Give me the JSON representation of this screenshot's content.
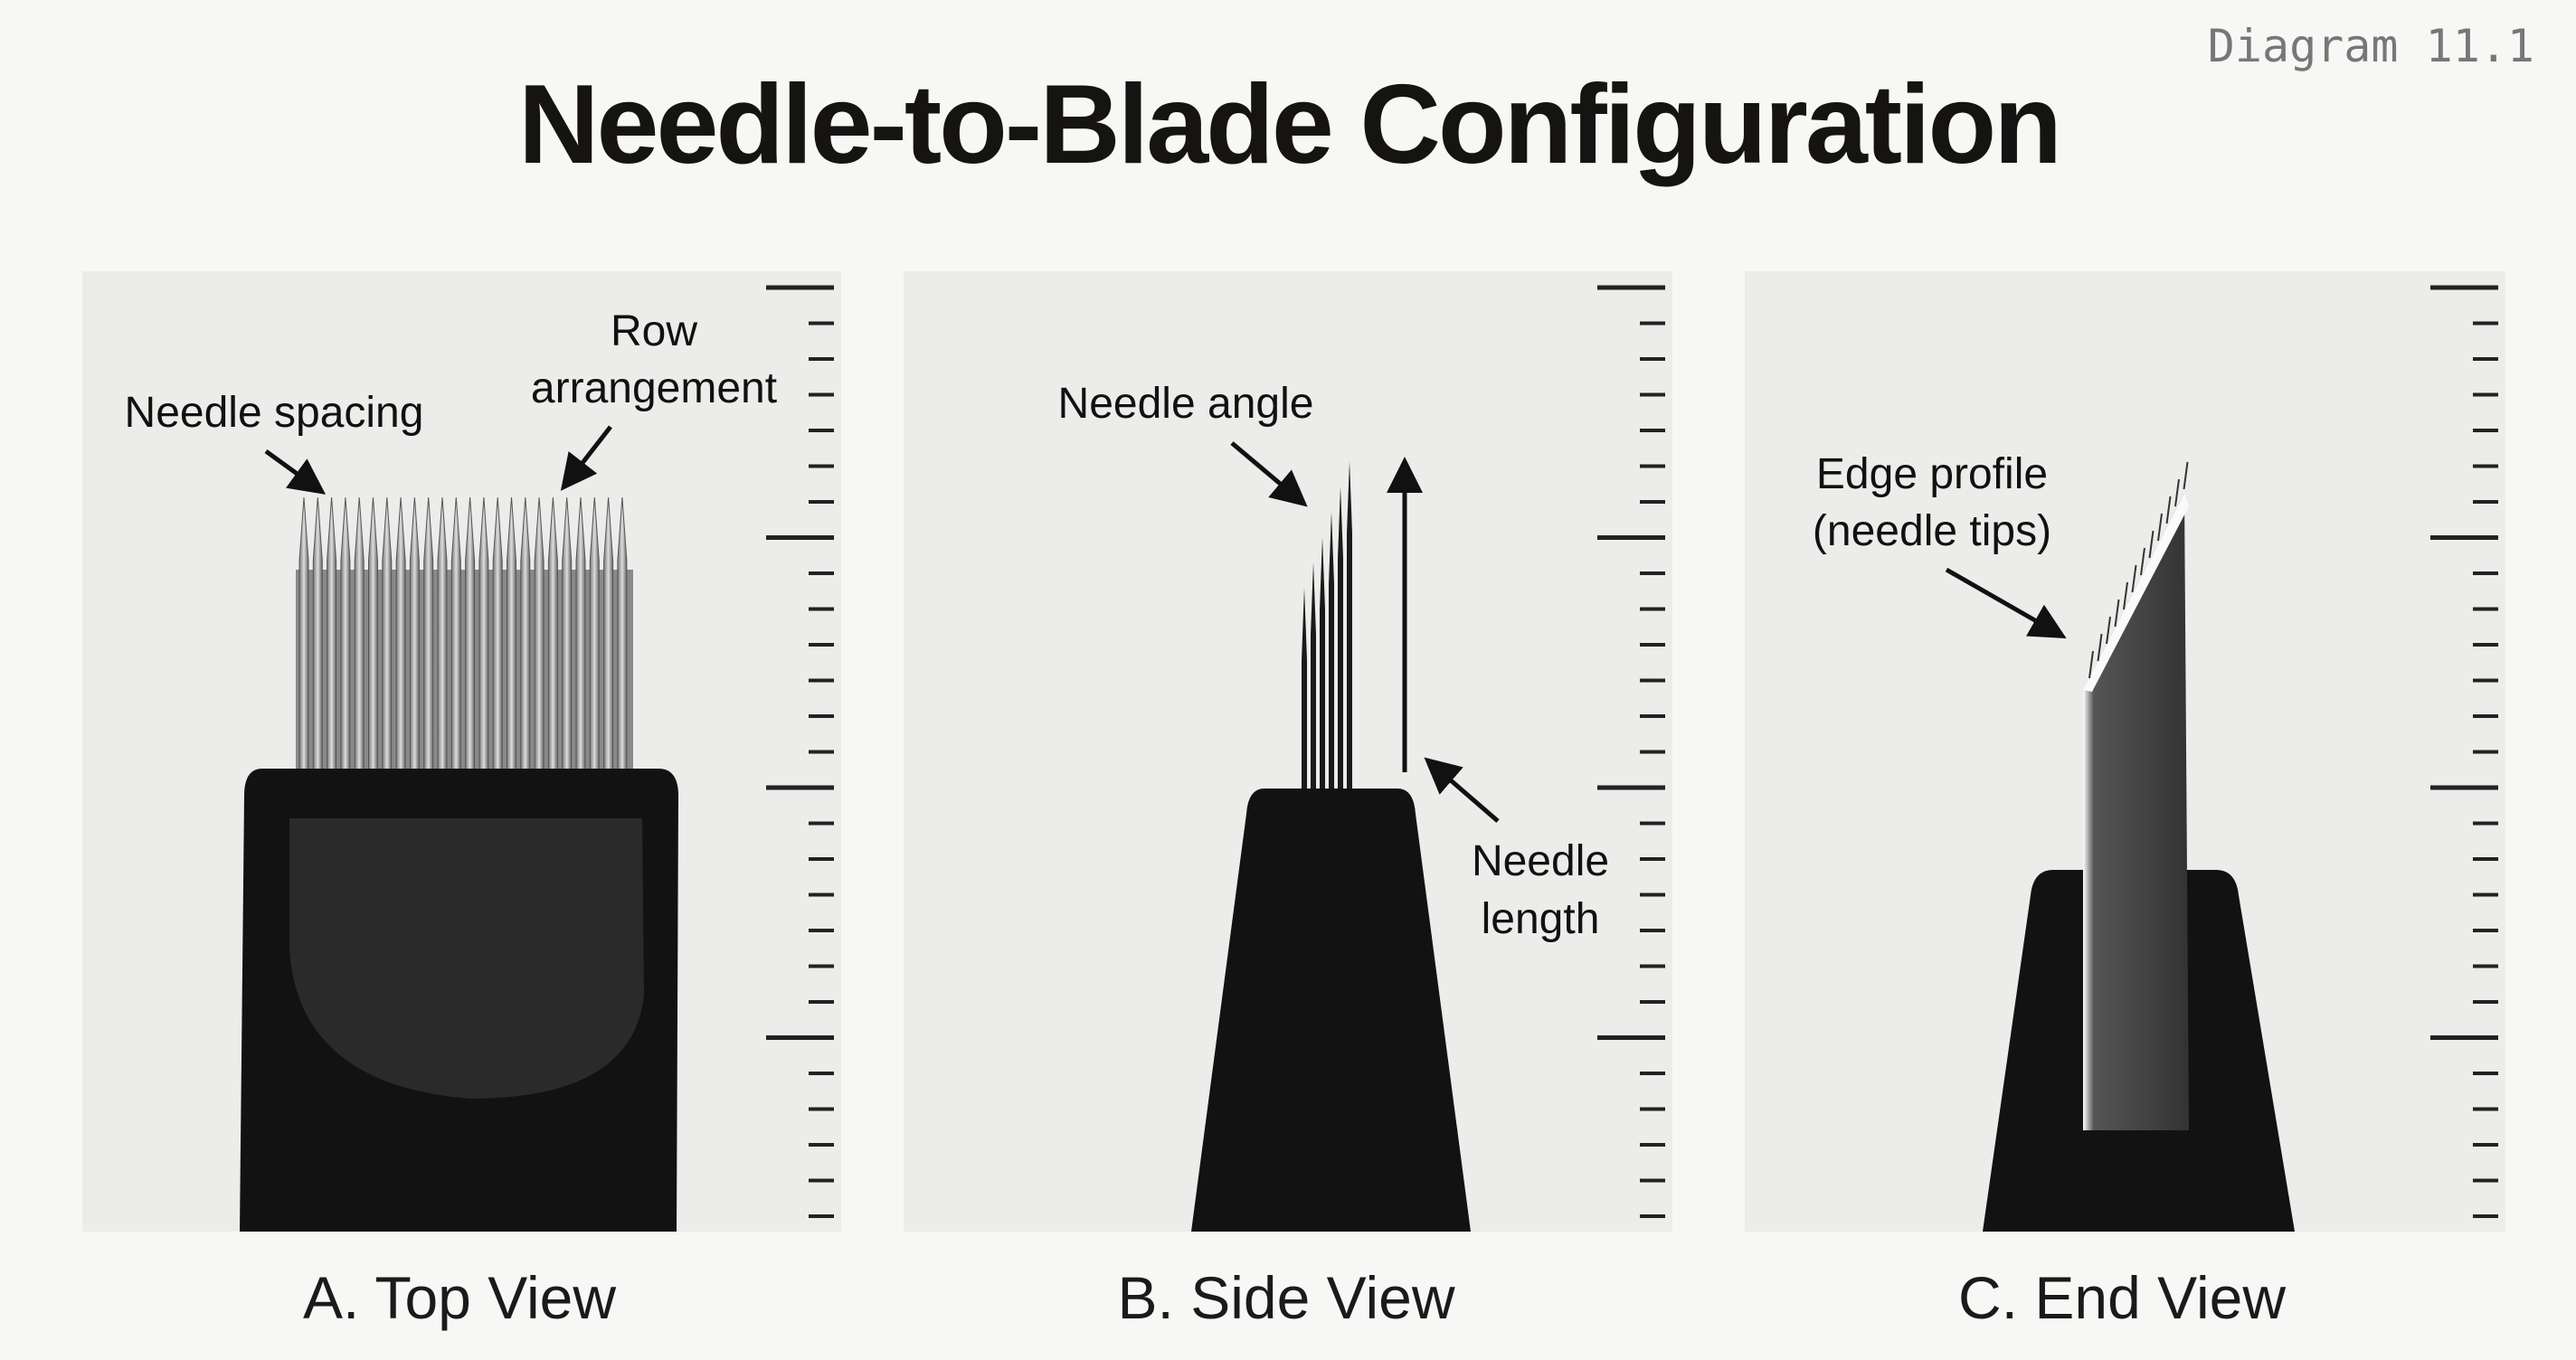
{
  "header": {
    "title": "Needle-to-Blade Configuration",
    "diagram_number": "Diagram 11.1"
  },
  "panels": [
    {
      "caption": "A. Top View",
      "annotations": [
        "Needle spacing",
        "Row",
        "arrangement"
      ]
    },
    {
      "caption": "B. Side View",
      "annotations": [
        "Needle angle",
        "Needle",
        "length"
      ]
    },
    {
      "caption": "C. End View",
      "annotations": [
        "Edge profile",
        "(needle tips)"
      ]
    }
  ],
  "colors": {
    "background": "#f7f7f5",
    "panel": "#ececea",
    "handle": "#111111",
    "text": "#161412"
  }
}
